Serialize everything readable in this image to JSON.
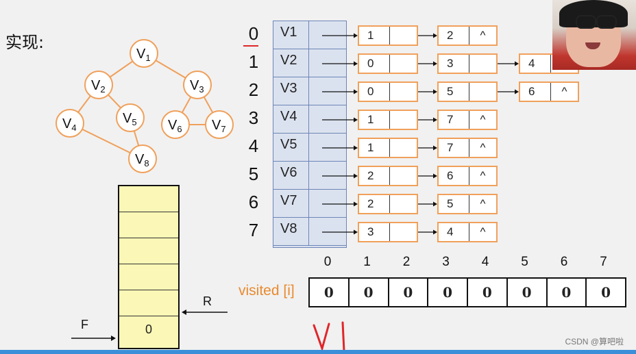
{
  "title": "实现:",
  "graph": {
    "vertices": [
      {
        "id": "v1",
        "letter": "V",
        "sub": "1"
      },
      {
        "id": "v2",
        "letter": "V",
        "sub": "2"
      },
      {
        "id": "v3",
        "letter": "V",
        "sub": "3"
      },
      {
        "id": "v4",
        "letter": "V",
        "sub": "4"
      },
      {
        "id": "v5",
        "letter": "V",
        "sub": "5"
      },
      {
        "id": "v6",
        "letter": "V",
        "sub": "6"
      },
      {
        "id": "v7",
        "letter": "V",
        "sub": "7"
      },
      {
        "id": "v8",
        "letter": "V",
        "sub": "8"
      }
    ],
    "edges": [
      [
        "v1",
        "v2"
      ],
      [
        "v1",
        "v3"
      ],
      [
        "v2",
        "v4"
      ],
      [
        "v2",
        "v5"
      ],
      [
        "v3",
        "v6"
      ],
      [
        "v3",
        "v7"
      ],
      [
        "v6",
        "v7"
      ],
      [
        "v4",
        "v8"
      ],
      [
        "v5",
        "v8"
      ]
    ],
    "edge_color": "#f0a05a"
  },
  "queue": {
    "cells": [
      "",
      "",
      "",
      "",
      "",
      "0"
    ],
    "front_label": "F",
    "rear_label": "R",
    "fill_color": "#fbf7b6"
  },
  "adjacency": {
    "indices": [
      "0",
      "1",
      "2",
      "3",
      "4",
      "5",
      "6",
      "7"
    ],
    "heads": [
      "V1",
      "V2",
      "V3",
      "V4",
      "V5",
      "V6",
      "V7",
      "V8"
    ],
    "lists": [
      [
        {
          "v": "1",
          "next": ""
        },
        {
          "v": "2",
          "next": "^"
        }
      ],
      [
        {
          "v": "0",
          "next": ""
        },
        {
          "v": "3",
          "next": ""
        },
        {
          "v": "4",
          "next": ""
        }
      ],
      [
        {
          "v": "0",
          "next": ""
        },
        {
          "v": "5",
          "next": ""
        },
        {
          "v": "6",
          "next": "^"
        }
      ],
      [
        {
          "v": "1",
          "next": ""
        },
        {
          "v": "7",
          "next": "^"
        }
      ],
      [
        {
          "v": "1",
          "next": ""
        },
        {
          "v": "7",
          "next": "^"
        }
      ],
      [
        {
          "v": "2",
          "next": ""
        },
        {
          "v": "6",
          "next": "^"
        }
      ],
      [
        {
          "v": "2",
          "next": ""
        },
        {
          "v": "5",
          "next": "^"
        }
      ],
      [
        {
          "v": "3",
          "next": ""
        },
        {
          "v": "4",
          "next": "^"
        }
      ]
    ],
    "node_border_color": "#f0a05a",
    "head_fill_color": "#dbe2ef"
  },
  "visited": {
    "label": "visited [i]",
    "indices": [
      "0",
      "1",
      "2",
      "3",
      "4",
      "5",
      "6",
      "7"
    ],
    "values": [
      "0",
      "0",
      "0",
      "0",
      "0",
      "0",
      "0",
      "0"
    ],
    "label_color": "#e98a2e"
  },
  "handwriting": "V1",
  "watermark": "CSDN @算吧啦"
}
